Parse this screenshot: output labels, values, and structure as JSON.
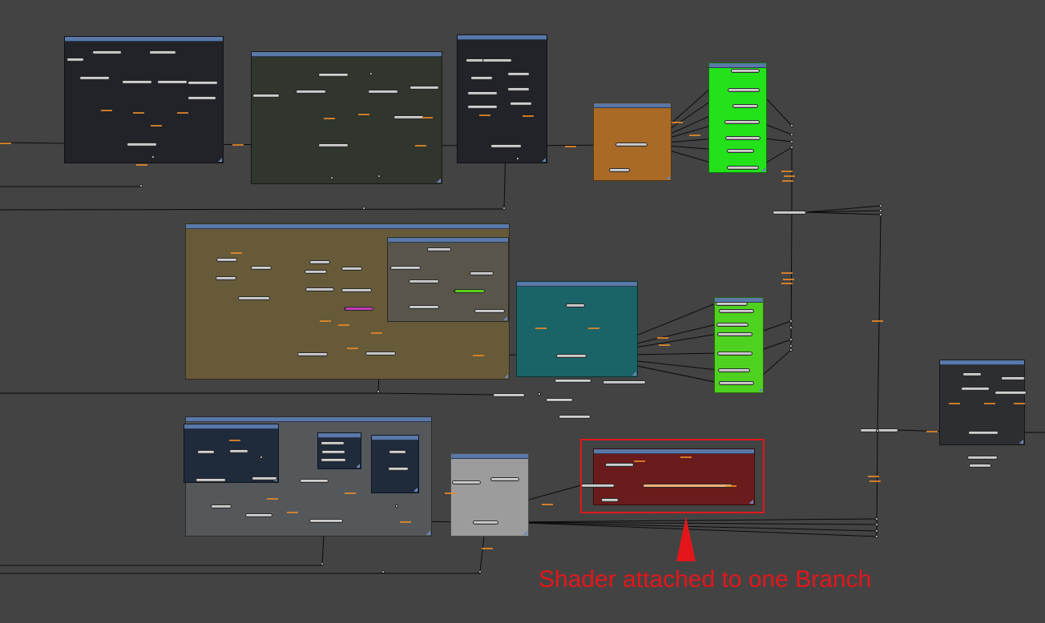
{
  "annotation": {
    "text": "Shader attached to one Branch",
    "color": "#e4161c"
  },
  "colors": {
    "background": "#434343",
    "group_header": "#5a78a8",
    "wire_label": "#e8892a",
    "node": "#c8c8c8",
    "highlight": "#e4161c"
  },
  "groups": [
    {
      "id": "g-top-1",
      "title": "",
      "color": "#212328"
    },
    {
      "id": "g-top-2",
      "title": "",
      "color": "#30352d"
    },
    {
      "id": "g-top-3",
      "title": "",
      "color": "#212328"
    },
    {
      "id": "g-orange",
      "title": "",
      "color": "#a96a26"
    },
    {
      "id": "g-green-1",
      "title": "",
      "color": "#23e21a"
    },
    {
      "id": "g-olive",
      "title": "",
      "color": "#675a39"
    },
    {
      "id": "g-olive-inner",
      "title": "",
      "color": "#59554b"
    },
    {
      "id": "g-teal",
      "title": "",
      "color": "#1a6468"
    },
    {
      "id": "g-green-2",
      "title": "",
      "color": "#4fd11f"
    },
    {
      "id": "g-gray-big",
      "title": "",
      "color": "#55585b"
    },
    {
      "id": "g-navy-1",
      "title": "",
      "color": "#1f2a3b"
    },
    {
      "id": "g-navy-2",
      "title": "",
      "color": "#1f2a3b"
    },
    {
      "id": "g-navy-3",
      "title": "",
      "color": "#1f2a3b"
    },
    {
      "id": "g-lightgray",
      "title": "",
      "color": "#9c9c9c"
    },
    {
      "id": "g-shader",
      "title": "",
      "color": "#6a1c1c"
    },
    {
      "id": "g-right",
      "title": "",
      "color": "#2d2e31"
    }
  ]
}
